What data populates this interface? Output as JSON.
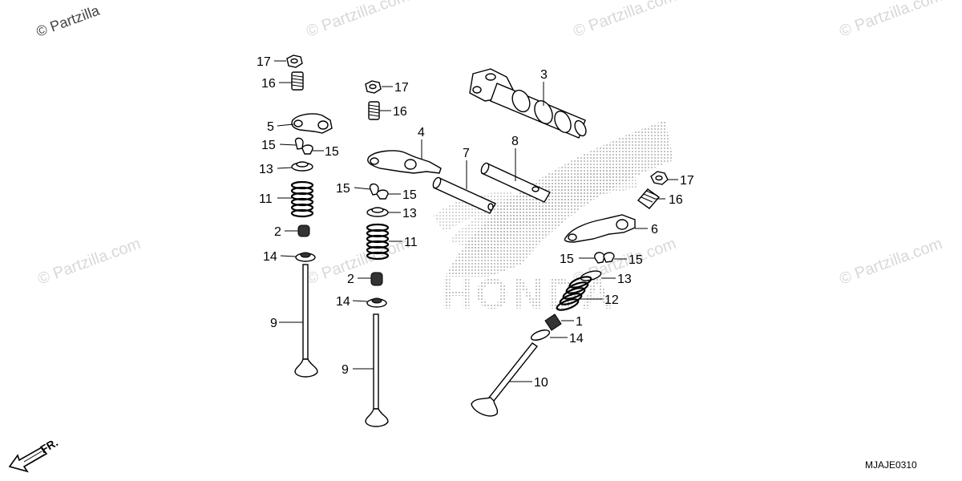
{
  "watermark": {
    "corner_text": "© Partzilla",
    "repeat_text": "© Partzilla.com"
  },
  "brand_mark": {
    "text": "HONDA",
    "color": "#9a9a9a"
  },
  "callouts": [
    {
      "num": "17"
    },
    {
      "num": "16"
    },
    {
      "num": "5"
    },
    {
      "num": "15"
    },
    {
      "num": "15"
    },
    {
      "num": "13"
    },
    {
      "num": "11"
    },
    {
      "num": "2"
    },
    {
      "num": "14"
    },
    {
      "num": "9"
    },
    {
      "num": "17"
    },
    {
      "num": "16"
    },
    {
      "num": "4"
    },
    {
      "num": "15"
    },
    {
      "num": "15"
    },
    {
      "num": "13"
    },
    {
      "num": "11"
    },
    {
      "num": "2"
    },
    {
      "num": "14"
    },
    {
      "num": "9"
    },
    {
      "num": "3"
    },
    {
      "num": "7"
    },
    {
      "num": "8"
    },
    {
      "num": "17"
    },
    {
      "num": "16"
    },
    {
      "num": "6"
    },
    {
      "num": "15"
    },
    {
      "num": "15"
    },
    {
      "num": "13"
    },
    {
      "num": "12"
    },
    {
      "num": "1"
    },
    {
      "num": "14"
    },
    {
      "num": "10"
    }
  ],
  "direction_label": "FR.",
  "diagram_code": "MJAJE0310"
}
